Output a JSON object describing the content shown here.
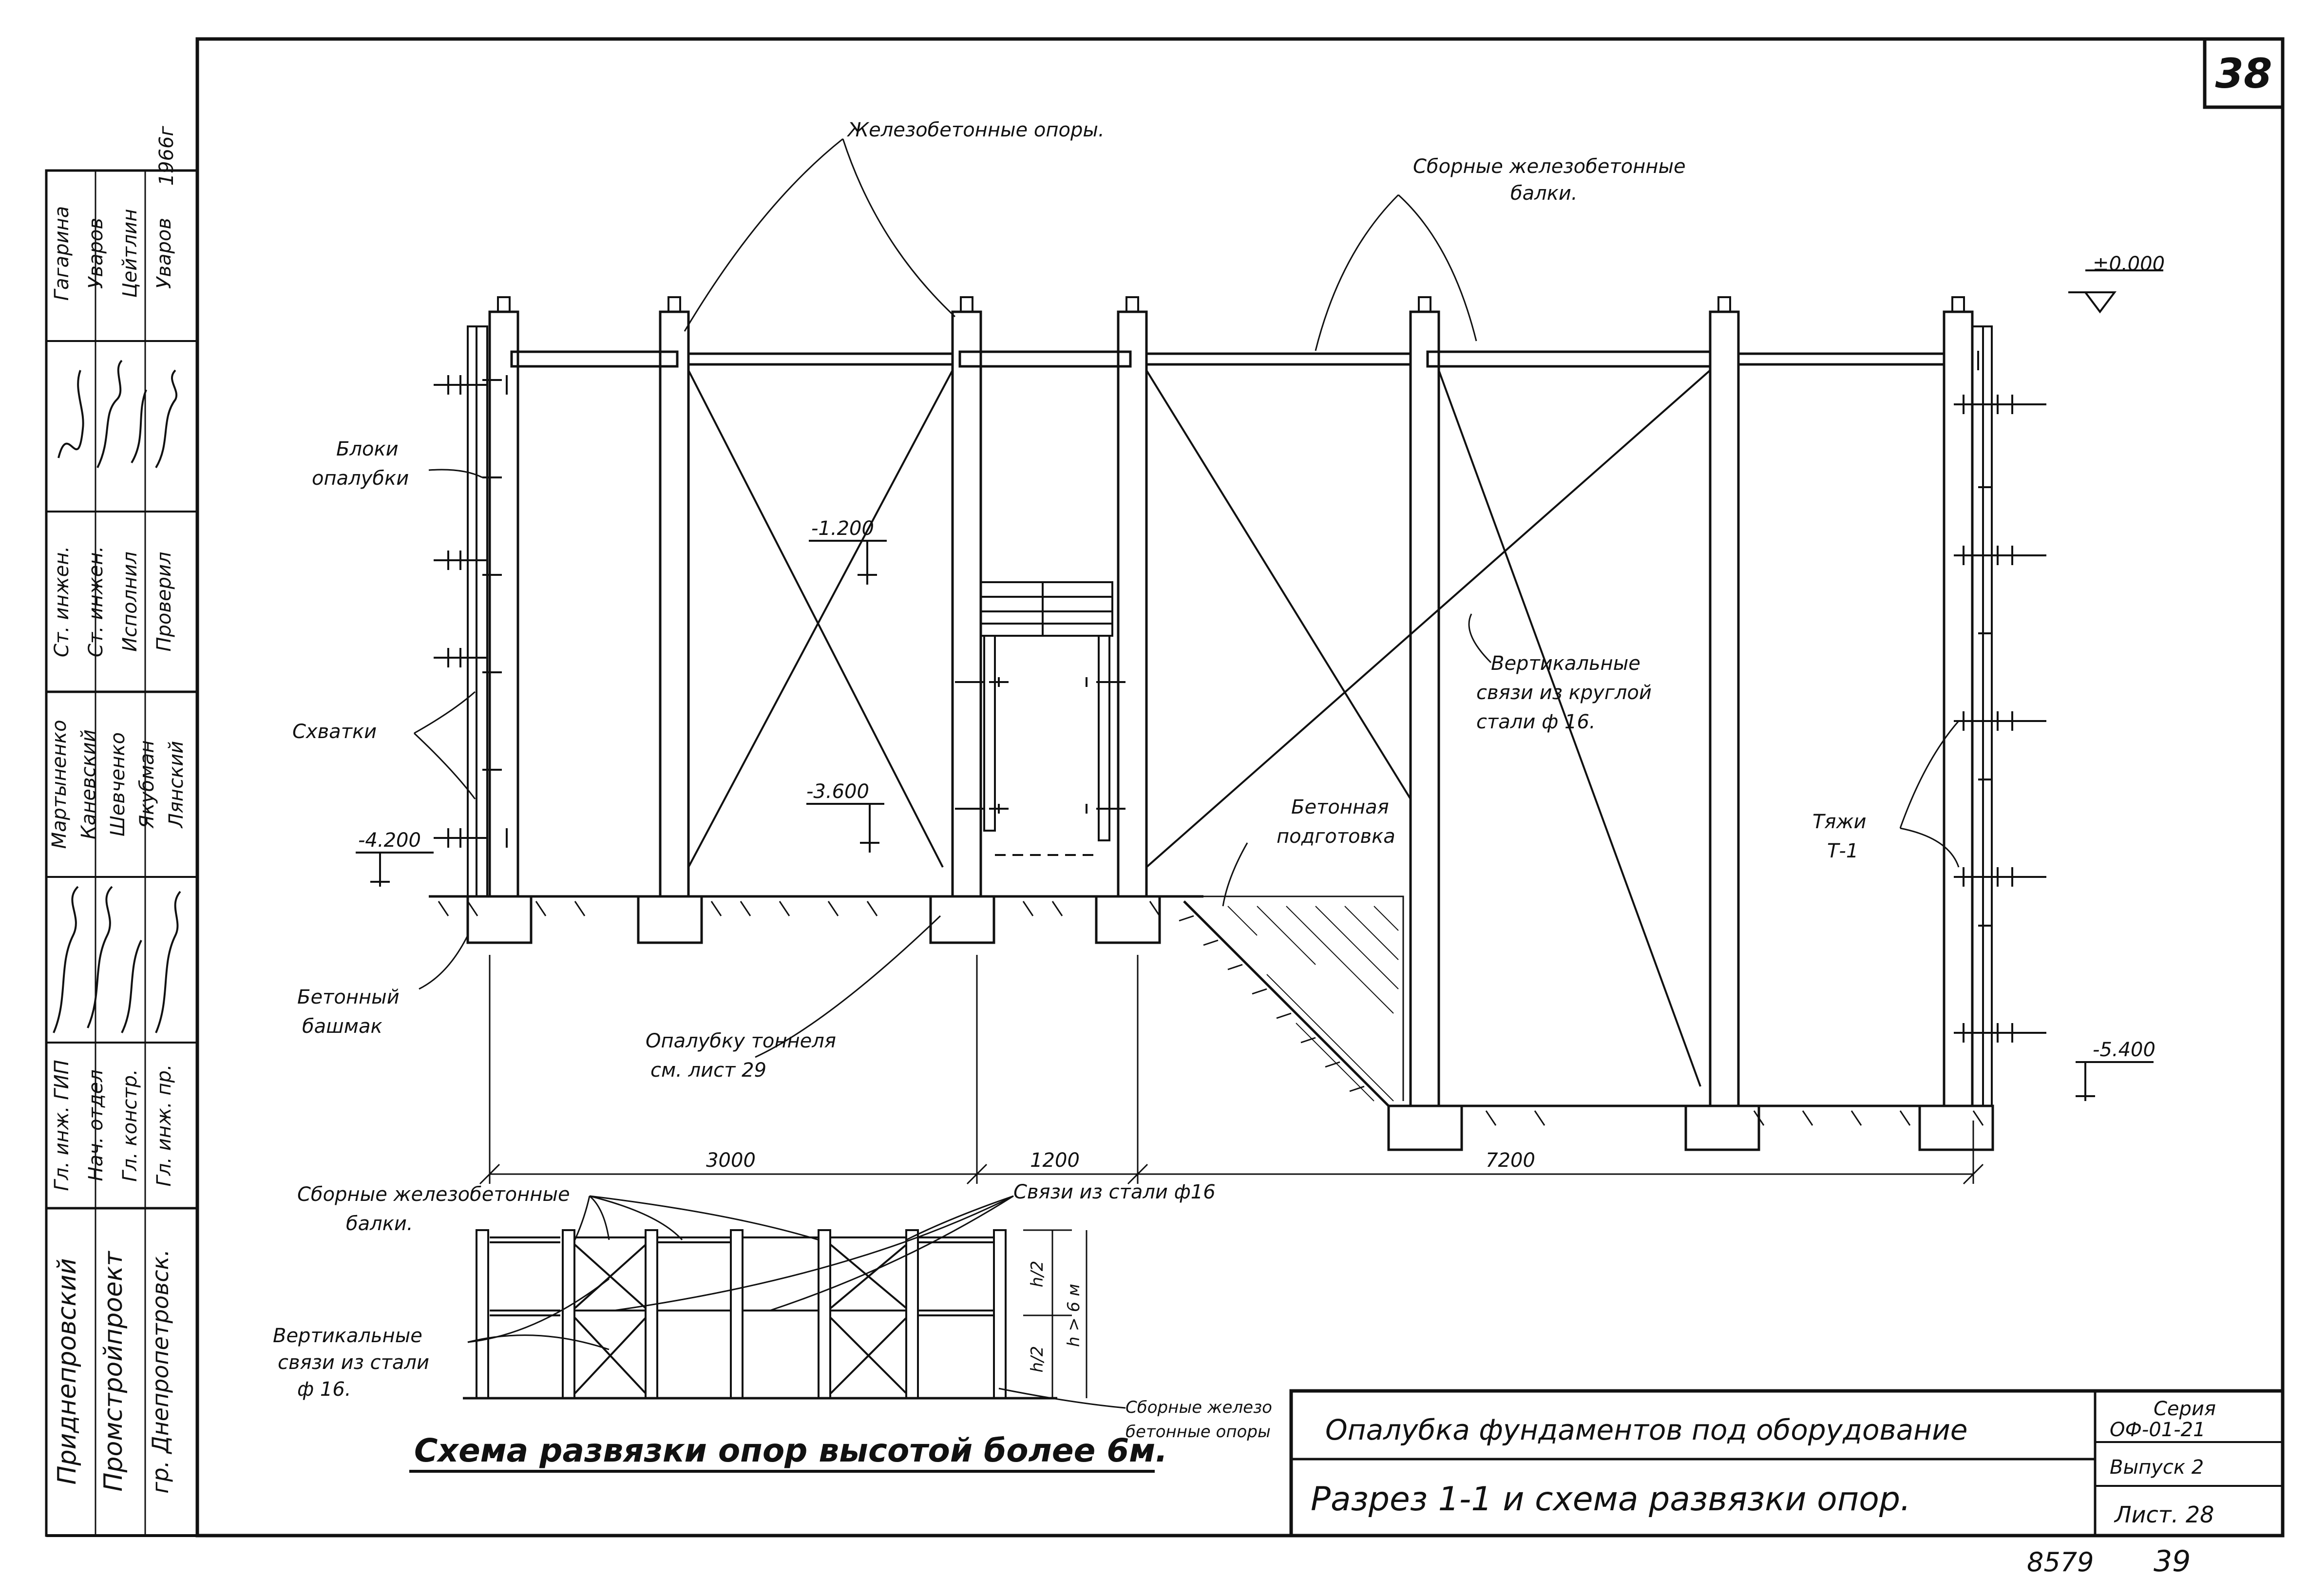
{
  "sheet": {
    "number_box": "38",
    "year_note": "1966г",
    "bottom_stamp_left": "8579",
    "bottom_stamp_right": "39"
  },
  "section": {
    "labels": {
      "rc_supports": "Железобетонные опоры.",
      "prefab_beams_line1": "Сборные железобетонные",
      "prefab_beams_line2": "балки.",
      "formwork_blocks_line1": "Блоки",
      "formwork_blocks_line2": "опалубки",
      "clamps": "Схватки",
      "concrete_shoe_line1": "Бетонный",
      "concrete_shoe_line2": "башмак",
      "tunnel_formwork_line1": "Опалубку тоннеля",
      "tunnel_formwork_line2": "см. лист 29",
      "vertical_braces_line1": "Вертикальные",
      "vertical_braces_line2": "связи из круглой",
      "vertical_braces_line3": "стали ф 16.",
      "concrete_prep_line1": "Бетонная",
      "concrete_prep_line2": "подготовка",
      "ties_line1": "Тяжи",
      "ties_line2": "Т-1"
    },
    "elevations": {
      "top": "±0.000",
      "e1": "-1.200",
      "e2": "-3.600",
      "e3": "-4.200",
      "e4": "-5.400"
    },
    "dimensions": {
      "d1": "3000",
      "d2": "1200",
      "d3": "7200"
    }
  },
  "scheme": {
    "labels": {
      "prefab_beams_line1": "Сборные железобетонные",
      "prefab_beams_line2": "балки.",
      "steel_braces": "Связи из стали ф16",
      "vertical_braces_line1": "Вертикальные",
      "vertical_braces_line2": "связи из стали",
      "vertical_braces_line3": "ф 16.",
      "rc_supports_line1": "Сборные железо",
      "rc_supports_line2": "бетонные опоры",
      "h_half_top": "h/2",
      "h_half_bottom": "h/2",
      "h_total": "h > 6 м"
    },
    "title": "Схема развязки опор высотой более 6м."
  },
  "title_block": {
    "main_title": "Опалубка фундаментов под оборудование",
    "subtitle": "Разрез 1-1 и схема развязки опор.",
    "series_label": "Серия",
    "series_value": "ОФ-01-21",
    "issue": "Выпуск 2",
    "sheet": "Лист. 28"
  },
  "left_stamp": {
    "org_line1": "Приднепровский",
    "org_line2": "Промстройпроект",
    "org_line3": "гр. Днепропетровск.",
    "roles_group1": [
      "Ст. инжен.",
      "Ст. инжен.",
      "Исполнил",
      "Проверил"
    ],
    "names_group1": [
      "Гагарина",
      "Уваров",
      "Цейтлин",
      "Уваров"
    ],
    "roles_group2": [
      "Гл. инж. ГИП",
      "Нач. отдел",
      "Гл. констр.",
      "Гл. инж. пр."
    ],
    "names_group2": [
      "Мартыненко",
      "Каневский",
      "Шевченко",
      "Якубман",
      "Лянский"
    ]
  }
}
